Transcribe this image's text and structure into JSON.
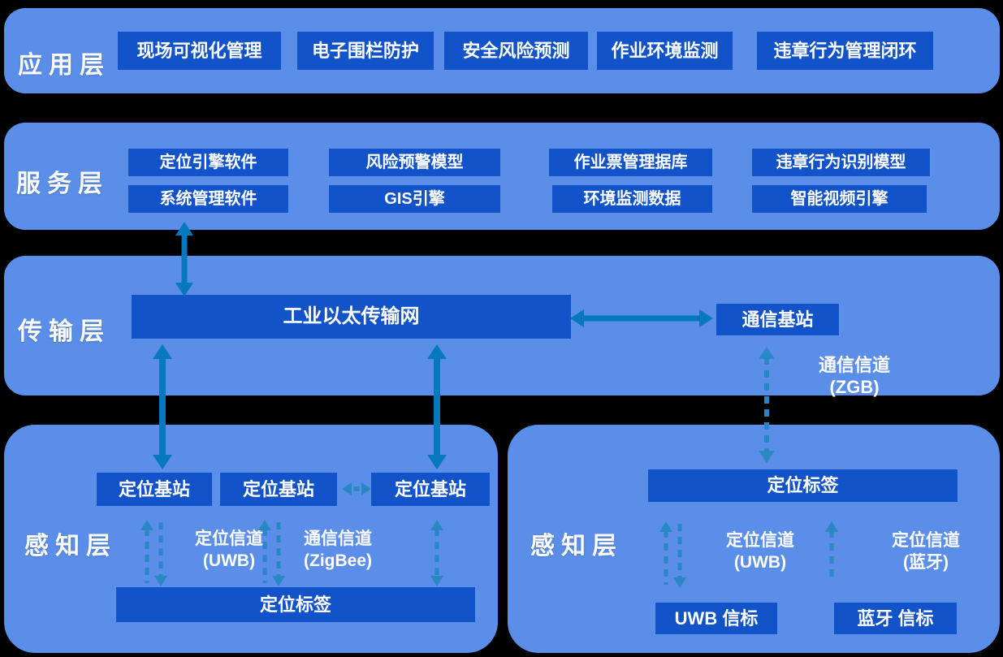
{
  "colors": {
    "background": "#000000",
    "panel_blue": "#5B8EE8",
    "box_blue": "#1253C9",
    "arrow_solid": "#0878BE",
    "arrow_dashed": "#2A87C6",
    "text": "#FFFFFF"
  },
  "application_layer": {
    "label": "应用层",
    "boxes": [
      "现场可视化管理",
      "电子围栏防护",
      "安全风险预测",
      "作业环境监测",
      "违章行为管理闭环"
    ]
  },
  "service_layer": {
    "label": "服务层",
    "row1": [
      "定位引擎软件",
      "风险预警模型",
      "作业票管理据库",
      "违章行为识别模型"
    ],
    "row2": [
      "系统管理软件",
      "GIS引擎",
      "环境监测数据",
      "智能视频引擎"
    ]
  },
  "transmission_layer": {
    "label": "传输层",
    "network": "工业以太传输网",
    "base_station": "通信基站",
    "channel": "通信信道",
    "channel_sub": "(ZGB)"
  },
  "perception_left": {
    "label": "感知层",
    "stations": [
      "定位基站",
      "定位基站",
      "定位基站"
    ],
    "channel1": "定位信道",
    "channel1_sub": "(UWB)",
    "channel2": "通信信道",
    "channel2_sub": "(ZigBee)",
    "tag": "定位标签"
  },
  "perception_right": {
    "label": "感知层",
    "tag": "定位标签",
    "channel1": "定位信道",
    "channel1_sub": "(UWB)",
    "channel2": "定位信道",
    "channel2_sub": "(蓝牙)",
    "beacons": [
      "UWB 信标",
      "蓝牙 信标"
    ]
  }
}
